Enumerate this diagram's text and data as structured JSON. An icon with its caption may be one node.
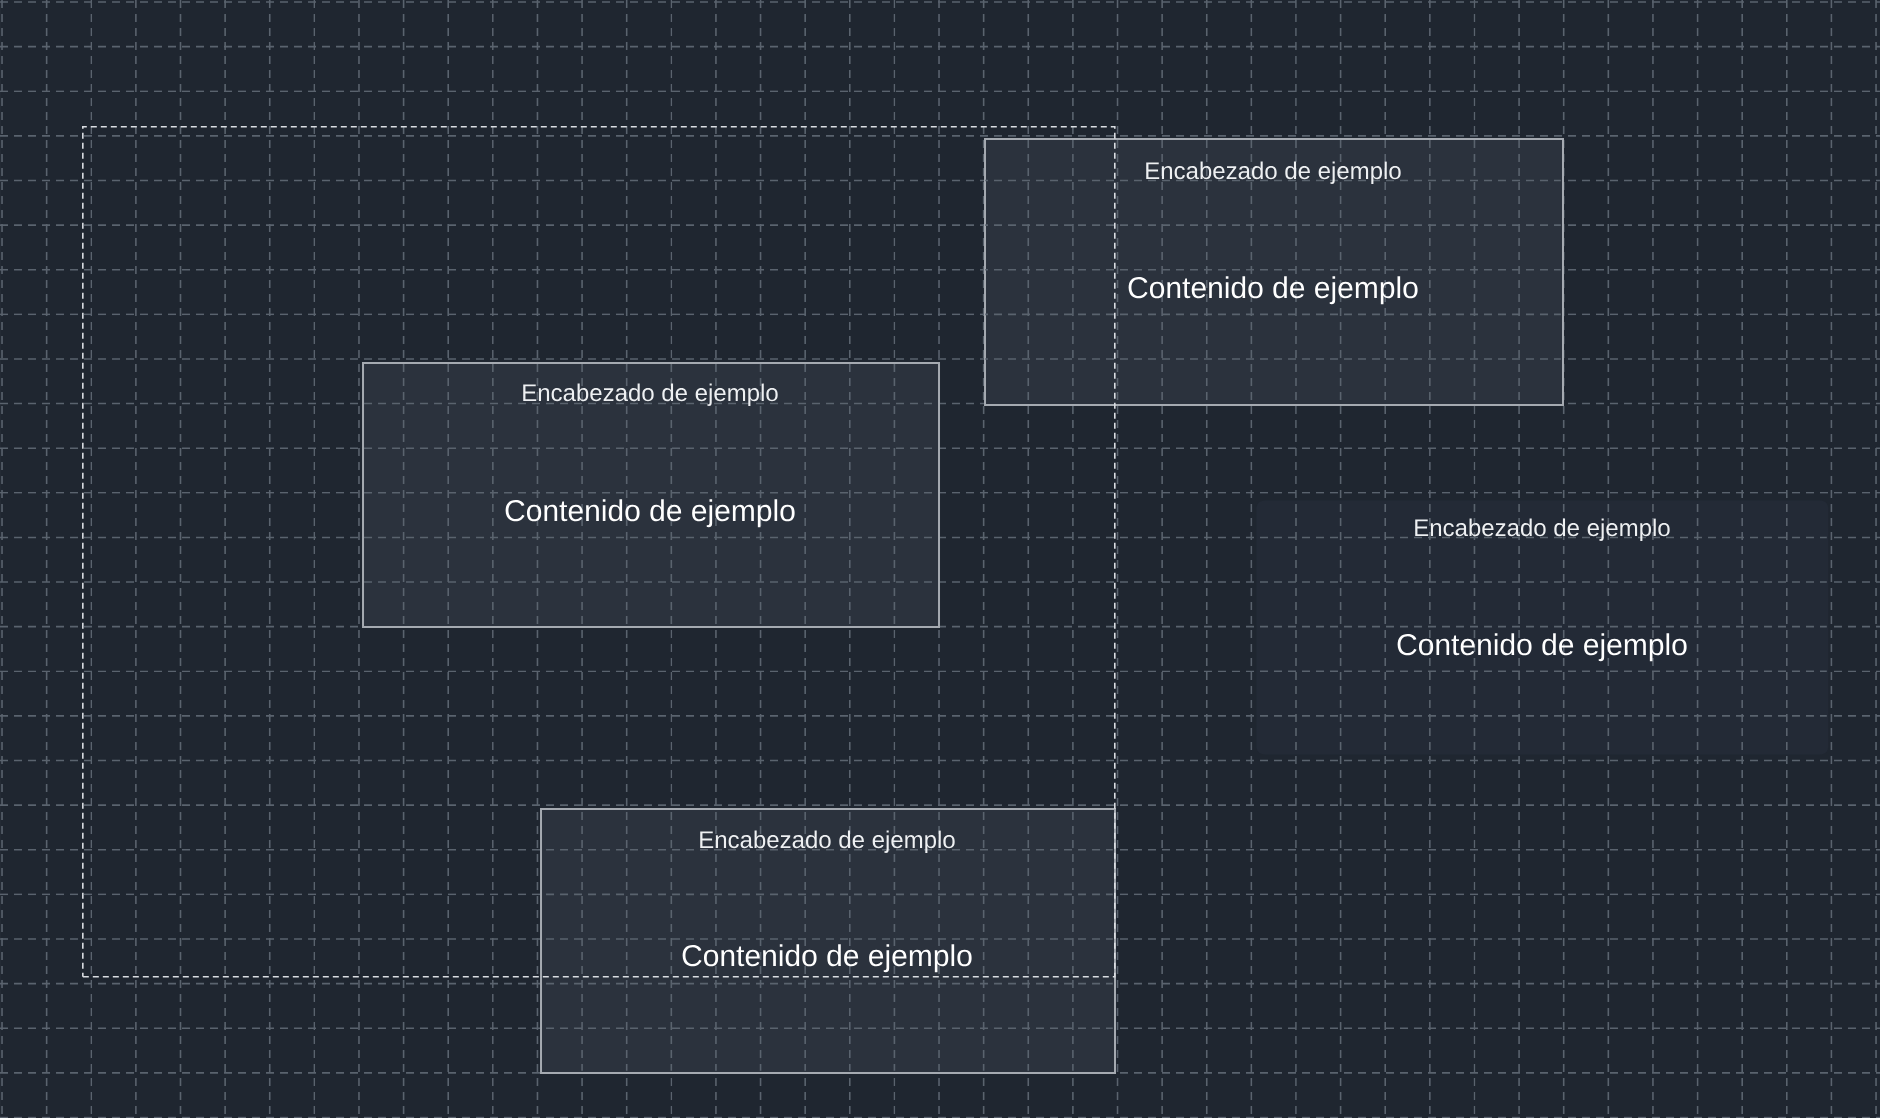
{
  "diagram": {
    "nodes": [
      {
        "text": [],
        "shape": "box"
      },
      {
        "text": [
          "Encabezado de ejemplo",
          "Contenido de ejemplo"
        ]
      },
      {
        "text": [
          "Encabezado de ejemplo",
          "Contenido de ejemplo"
        ],
        "in": 0
      },
      {
        "text": [
          "Encabezado de ejemplo",
          "Contenido de ejemplo"
        ]
      },
      {
        "text": [
          "Encabezado de ejemplo",
          "Contenido de ejemplo"
        ]
      }
    ]
  }
}
